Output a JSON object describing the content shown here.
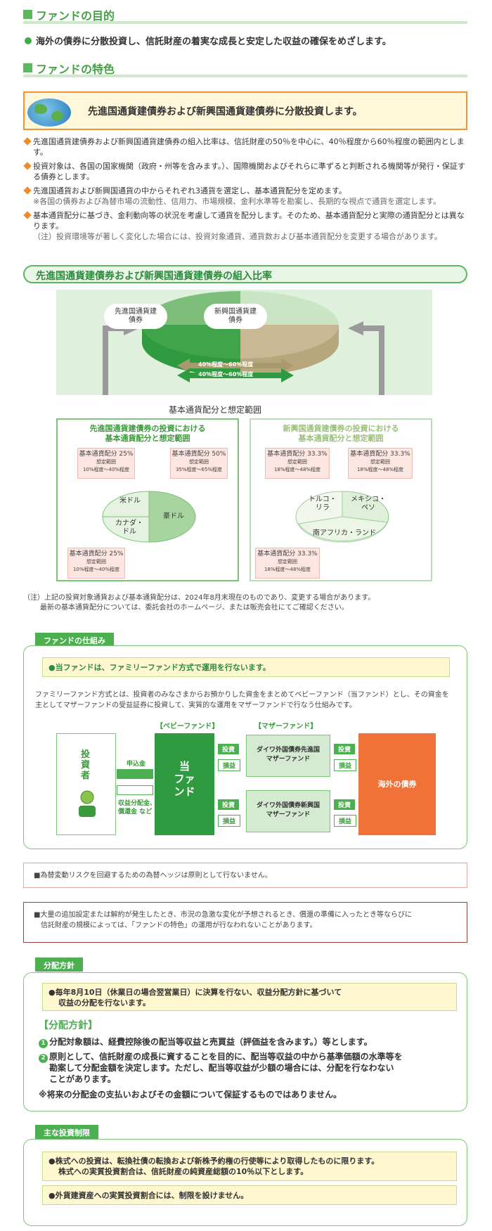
{
  "purpose": {
    "heading": "ファンドの目的",
    "text": "海外の債券に分散投資し、信託財産の着実な成長と安定した収益の確保をめざします。"
  },
  "features": {
    "heading": "ファンドの特色",
    "box_text": "先進国通貨建債券および新興国通貨建債券に分散投資します。",
    "items": [
      {
        "text": "先進国通貨建債券および新興国通貨建債券の組入比率は、信託財産の50％を中心に、40％程度から60％程度の範囲内とします。",
        "note": ""
      },
      {
        "text": "投資対象は、各国の国家機関（政府・州等を含みます。）、国際機関およびそれらに準ずると判断される機関等が発行・保証する債券とします。",
        "note": ""
      },
      {
        "text": "先進国通貨および新興国通貨の中からそれぞれ3通貨を選定し、基本通貨配分を定めます。",
        "note": "※各国の債券および為替市場の流動性、信用力、市場規模、金利水準等を勘案し、長期的な視点で通貨を選定します。"
      },
      {
        "text": "基本通貨配分に基づき、金利動向等の状況を考慮して通貨を配分します。そのため、基本通貨配分と実際の通貨配分とは異なります。",
        "note": "（注）投資環境等が著しく変化した場合には、投資対象通貨、通貨数および基本通貨配分を変更する場合があります。"
      }
    ]
  },
  "chart_section": {
    "title": "先進国通貨建債券および新興国通貨建債券の組入比率",
    "left_label": "先進国通貨建\n債券",
    "right_label": "新興国通貨建\n債券",
    "range_1": "40％程度～60％程度",
    "range_2": "40％程度～60％程度",
    "mid_label": "基本通貨配分と想定範囲",
    "developed": {
      "title": "先進国通貨建債券の投資における\n基本通貨配分と想定範囲",
      "allocs": [
        {
          "l1": "基本通貨配分 25%",
          "l2": "想定範囲",
          "l3": "10%程度～40%程度"
        },
        {
          "l1": "基本通貨配分 50%",
          "l2": "想定範囲",
          "l3": "35%程度～65%程度"
        },
        {
          "l1": "基本通貨配分 25%",
          "l2": "想定範囲",
          "l3": "10%程度～40%程度"
        }
      ],
      "currencies": [
        "米ドル",
        "カナダ・\nドル",
        "豪ドル"
      ]
    },
    "emerging": {
      "title": "新興国通貨建債券の投資における\n基本通貨配分と想定範囲",
      "allocs": [
        {
          "l1": "基本通貨配分 33.3%",
          "l2": "想定範囲",
          "l3": "18%程度～48%程度"
        },
        {
          "l1": "基本通貨配分 33.3%",
          "l2": "想定範囲",
          "l3": "18%程度～48%程度"
        },
        {
          "l1": "基本通貨配分 33.3%",
          "l2": "想定範囲",
          "l3": "18%程度～48%程度"
        }
      ],
      "currencies": [
        "トルコ・\nリラ",
        "メキシコ・\nペソ",
        "南アフリカ・ランド"
      ]
    },
    "note1": "（注）上記の投資対象通貨および基本通貨配分は、2024年8月末現在のものであり、変更する場合があります。",
    "note2": "最新の基本通貨配分については、委託会社のホームページ、または販売会社にてご確認ください。"
  },
  "structure": {
    "tab": "ファンドの仕組み",
    "highlight": "●当ファンドは、ファミリーファンド方式で運用を行ないます。",
    "desc1": "ファミリーファンド方式とは、投資者のみなさまからお預かりした資金をまとめてベビーファンド（当ファンド）とし、その資金を",
    "desc2": "主としてマザーファンドの受益証券に投資して、実質的な運用をマザーファンドで行なう仕組みです。",
    "baby_label": "【ベビーファンド】",
    "mother_label": "【マザーファンド】",
    "investor": "投\n資\n者",
    "subscription": "申込金",
    "distribution": "収益分配金、\n償還金 など",
    "our_fund": "当\nファ\nンド",
    "mother1": "ダイワ外国債券先進国\nマザーファンド",
    "mother2": "ダイワ外国債券新興国\nマザーファンド",
    "invest": "投資",
    "pl": "損益",
    "overseas": "海外の債券"
  },
  "notice1": "■為替変動リスクを回避するための為替ヘッジは原則として行ないません。",
  "notice2a": "■大量の追加設定または解約が発生したとき、市況の急激な変化が予想されるとき、償還の準備に入ったとき等ならびに",
  "notice2b": "信託財産の規模によっては、「ファンドの特色」の運用が行なわれないことがあります。",
  "distribution": {
    "tab": "分配方針",
    "highlight1": "●毎年8月10日（休業日の場合翌営業日）に決算を行ない、収益分配方針に基づいて",
    "highlight2": "収益の分配を行ないます。",
    "heading": "【分配方針】",
    "p1": "分配対象額は、経費控除後の配当等収益と売買益（評価益を含みます。）等とします。",
    "p2a": "原則として、信託財産の成長に資することを目的に、配当等収益の中から基準価額の水準等を",
    "p2b": "勘案して分配金額を決定します。ただし、配当等収益が少額の場合には、分配を行なわない",
    "p2c": "ことがあります。",
    "p3": "※将来の分配金の支払いおよびその金額について保証するものではありません。",
    "n1": "1",
    "n2": "2"
  },
  "limits": {
    "tab": "主な投資制限",
    "l1a": "●株式への投資は、転換社債の転換および新株予約権の行使等により取得したものに限ります。",
    "l1b": "株式への実質投資割合は、信託財産の純資産総額の10％以下とします。",
    "l2": "●外貨建資産への実質投資割合には、制限を設けません。"
  }
}
